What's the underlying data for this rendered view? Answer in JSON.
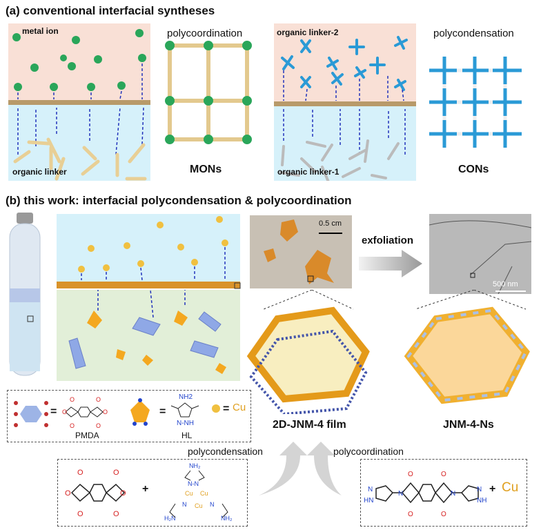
{
  "panel_a": {
    "title": "(a) conventional interfacial syntheses",
    "left": {
      "top_label": "metal ion",
      "bottom_label": "organic linker",
      "process": "polycoordination",
      "product": "MONs"
    },
    "right": {
      "top_label": "organic linker-2",
      "bottom_label": "organic linker-1",
      "process": "polycondensation",
      "product": "CONs"
    }
  },
  "panel_b": {
    "title": "(b) this work: interfacial polycondensation & polycoordination",
    "scale_bar_photo": "0.5 cm",
    "exfoliation": "exfoliation",
    "scale_bar_sem": "500 nm",
    "film_label": "2D-JNM-4 film",
    "ns_label": "JNM-4-Ns",
    "legend": {
      "pmda": "PMDA",
      "hl": "HL",
      "eq": "=",
      "cu": "Cu",
      "nh2": "NH2",
      "nnh": "N-NH"
    },
    "route_left": "polycondensation",
    "route_right": "polycoordination",
    "plus": "+",
    "cu_label": "Cu"
  },
  "colors": {
    "pink": "#f9e0d6",
    "blue": "#d6f1fa",
    "green": "#e2efd8",
    "metal": "#2aa65a",
    "linker": "#e8cf95",
    "cross": "#2a9ad6",
    "arrow": "#2233bb",
    "oxygen": "#d62020",
    "nitrogen": "#2244cc",
    "cu": "#e0a020"
  }
}
